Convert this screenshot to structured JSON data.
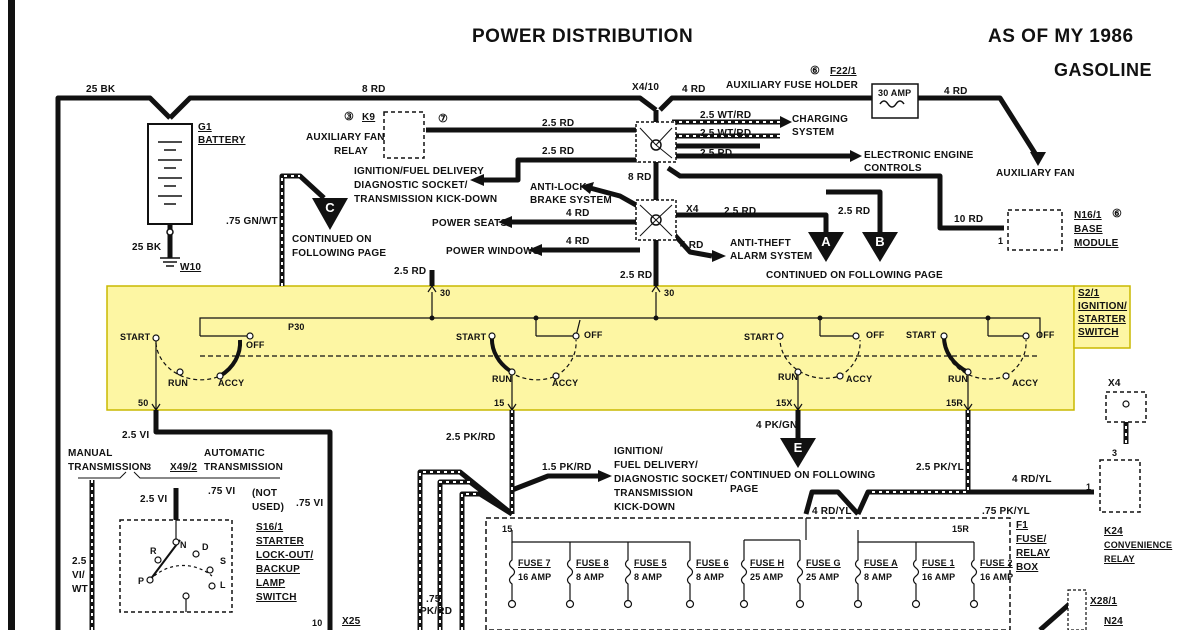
{
  "header": {
    "title": "POWER DISTRIBUTION",
    "model_year": "AS OF MY 1986",
    "engine": "GASOLINE"
  },
  "colors": {
    "wire": "#111111",
    "switch_highlight": "#fdf6a3",
    "switch_border": "#c9b800"
  },
  "battery": {
    "ref": "G1",
    "name": "BATTERY",
    "wire_top": "25 BK",
    "wire_bottom": "25 BK",
    "ground": "W10"
  },
  "top_wires": {
    "main": "8 RD",
    "junction_x4_10": "X4/10",
    "to_fuse_holder": "4 RD",
    "fuse_out": "4 RD"
  },
  "aux_fuse": {
    "num": "⑥",
    "ref": "F22/1",
    "name": "AUXILIARY FUSE HOLDER",
    "rating": "30 AMP"
  },
  "aux_fan_relay": {
    "num": "③",
    "ref": "K9",
    "name_line1": "AUXILIARY FAN",
    "name_line2": "RELAY",
    "marker": "⑦",
    "wire": "2.5 RD"
  },
  "charging": {
    "wire1": "2.5 WT/RD",
    "wire2": "2.5 WT/RD",
    "wire3": "2.5 RD",
    "label_line1": "CHARGING",
    "label_line2": "SYSTEM"
  },
  "engine_controls": {
    "wire": "2.5 RD",
    "label_line1": "ELECTRONIC ENGINE",
    "label_line2": "CONTROLS"
  },
  "aux_fan": {
    "label": "AUXILIARY FAN"
  },
  "ignition_fuel": {
    "line1": "IGNITION/FUEL DELIVERY",
    "line2": "DIAGNOSTIC SOCKET/",
    "line3": "TRANSMISSION KICK-DOWN"
  },
  "junction_x4": {
    "wire_in": "8 RD",
    "ref": "X4",
    "abs_line1": "ANTI-LOCK",
    "abs_line2": "BRAKE SYSTEM",
    "seats": "POWER SEATS",
    "seats_wire": "4 RD",
    "windows": "POWER WINDOWS",
    "windows_wire": "4 RD",
    "wire_a": "2.5 RD",
    "wire_b": "2.5 RD",
    "alarm_wire": "4 RD",
    "alarm_line1": "ANTI-THEFT",
    "alarm_line2": "ALARM SYSTEM",
    "continued": "CONTINUED ON FOLLOWING PAGE",
    "conn_a": "A",
    "conn_b": "B"
  },
  "base_module": {
    "wire": "10 RD",
    "ref": "N16/1",
    "num": "⑥",
    "name_line1": "BASE",
    "name_line2": "MODULE",
    "pin": "1"
  },
  "cont_c": {
    "wire": ".75 GN/WT",
    "conn": "C",
    "line1": "CONTINUED ON",
    "line2": "FOLLOWING PAGE"
  },
  "ignition_switch": {
    "ref": "S2/1",
    "name_line1": "IGNITION/",
    "name_line2": "STARTER",
    "name_line3": "SWITCH",
    "in_wire_left": "2.5 RD",
    "in_wire_right": "2.5 RD",
    "term_30_left": "30",
    "term_30_right": "30",
    "p30": "P30",
    "start": "START",
    "off": "OFF",
    "run": "RUN",
    "accy": "ACCY",
    "term_50": "50",
    "term_15": "15",
    "term_15x": "15X",
    "term_15r": "15R"
  },
  "lower": {
    "wire_50": "2.5 VI",
    "manual_line1": "MANUAL",
    "manual_line2": "TRANSMISSION",
    "x49_num": "3",
    "x49": "X49/2",
    "auto_line1": "AUTOMATIC",
    "auto_line2": "TRANSMISSION",
    "wire_vi_2": "2.5 VI",
    "wire_075vi": ".75 VI",
    "not_used_1": "(NOT",
    "not_used_2": "USED)",
    "wire_075vi_b": ".75 VI",
    "wire_left_1": "2.5",
    "wire_left_2": "VI/",
    "wire_left_3": "WT",
    "s16_ref": "S16/1",
    "s16_line1": "STARTER",
    "s16_line2": "LOCK-OUT/",
    "s16_line3": "BACKUP",
    "s16_line4": "LAMP",
    "s16_line5": "SWITCH",
    "s16_pos": [
      "R",
      "N",
      "D",
      "S",
      "P",
      "L"
    ],
    "x25_pin": "10",
    "x25": "X25",
    "wire_15": "2.5 PK/RD",
    "wire_15_branch": "1.5 PK/RD",
    "ign_line1": "IGNITION/",
    "ign_line2": "FUEL DELIVERY/",
    "ign_line3": "DIAGNOSTIC SOCKET/",
    "ign_line4": "TRANSMISSION",
    "ign_line5": "KICK-DOWN",
    "wire_15x": "4 PK/GN",
    "conn_e": "E",
    "cont_e_1": "CONTINUED ON FOLLOWING",
    "cont_e_2": "PAGE",
    "wire_15r": "2.5 PK/YL",
    "wire_k24": "4 RD/YL",
    "k24_pin1": "1",
    "k24_pin3": "3",
    "x4": "X4",
    "k24_ref": "K24",
    "k24_line1": "CONVENIENCE",
    "k24_line2": "RELAY",
    "wire_fusebox_a": "4 RD/YL",
    "wire_fusebox_b": ".75 PK/YL",
    "fusebox_15": "15",
    "fusebox_15r": "15R",
    "f1_ref": "F1",
    "f1_line1": "FUSE/",
    "f1_line2": "RELAY",
    "f1_line3": "BOX",
    "wire_075pkrd_1": ".75",
    "wire_075pkrd_2": "PK/RD",
    "x28": "X28/1",
    "n24": "N24"
  },
  "fuses": [
    {
      "name": "FUSE 7",
      "rating": "16 AMP"
    },
    {
      "name": "FUSE 8",
      "rating": "8 AMP"
    },
    {
      "name": "FUSE 5",
      "rating": "8 AMP"
    },
    {
      "name": "FUSE 6",
      "rating": "8 AMP"
    },
    {
      "name": "FUSE H",
      "rating": "25 AMP"
    },
    {
      "name": "FUSE G",
      "rating": "25 AMP"
    },
    {
      "name": "FUSE A",
      "rating": "8 AMP"
    },
    {
      "name": "FUSE 1",
      "rating": "16 AMP"
    },
    {
      "name": "FUSE 2",
      "rating": "16 AMP"
    }
  ]
}
